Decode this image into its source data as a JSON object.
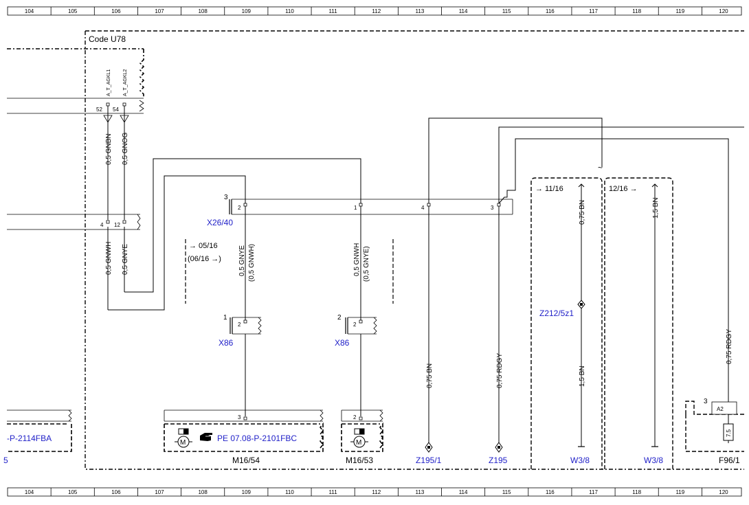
{
  "ruler": {
    "columns": [
      "104",
      "105",
      "106",
      "107",
      "108",
      "109",
      "110",
      "111",
      "112",
      "113",
      "114",
      "115",
      "116",
      "117",
      "118",
      "119",
      "120"
    ]
  },
  "group": {
    "title": "Code U78"
  },
  "connector_top": {
    "sig1": "A_T_AGKL1",
    "sig2": "A_T_AGKL2",
    "pin1": "52",
    "pin2": "54"
  },
  "wires": {
    "w_gnbn": "0,5 GNBN",
    "w_gnog": "0,5 GNOG",
    "w_gnwh_l": "0,5 GNWH",
    "w_gnye_l": "0,5 GNYE",
    "w_gnye_m": "0,5 GNYE",
    "w_gnwh_alt_m": "(0,5 GNWH)",
    "w_gnwh_r": "0,5 GNWH",
    "w_gnye_alt_r": "(0,5 GNYE)",
    "w_bn_075_a": "0,75 BN",
    "w_rdgy_075_a": "0,75 RDGY",
    "w_bn_075_b": "0,75 BN",
    "w_bn_15_a": "1,5 BN",
    "w_bn_15_b": "1,5 BN",
    "w_rdgy_075_b": "0,75 RDGY"
  },
  "x26": {
    "label": "X26/40",
    "num": "3",
    "pin_left_a": "4",
    "pin_left_b": "12",
    "pin_2": "2",
    "pin_1": "1",
    "pin_4": "4",
    "pin_3": "3"
  },
  "variant": {
    "from": "→ 05/16",
    "until": "(06/16 →)"
  },
  "x86": {
    "label_left": "X86",
    "label_right": "X86",
    "num_left": "1",
    "num_right": "2",
    "pin_left": "2",
    "pin_right": "2"
  },
  "m16_54": {
    "label": "M16/54",
    "pin_num": "3",
    "ref": "PE 07.08-P-2101FBC",
    "motor": "M"
  },
  "m16_53": {
    "label": "M16/53",
    "pin_num": "2",
    "motor": "M"
  },
  "left_block": {
    "ref": "-P-2114FBA",
    "stub": "5"
  },
  "grounds": {
    "z195_1": "Z195/1",
    "z195": "Z195",
    "z212": "Z212/5z1",
    "w38_a": "W3/8",
    "w38_b": "W3/8"
  },
  "dates": {
    "a": "→ 11/16",
    "b": "12/16 →"
  },
  "tilde": "~",
  "f96": {
    "label": "F96/1",
    "num": "3",
    "a2": "A2",
    "fuse": "7.5"
  }
}
